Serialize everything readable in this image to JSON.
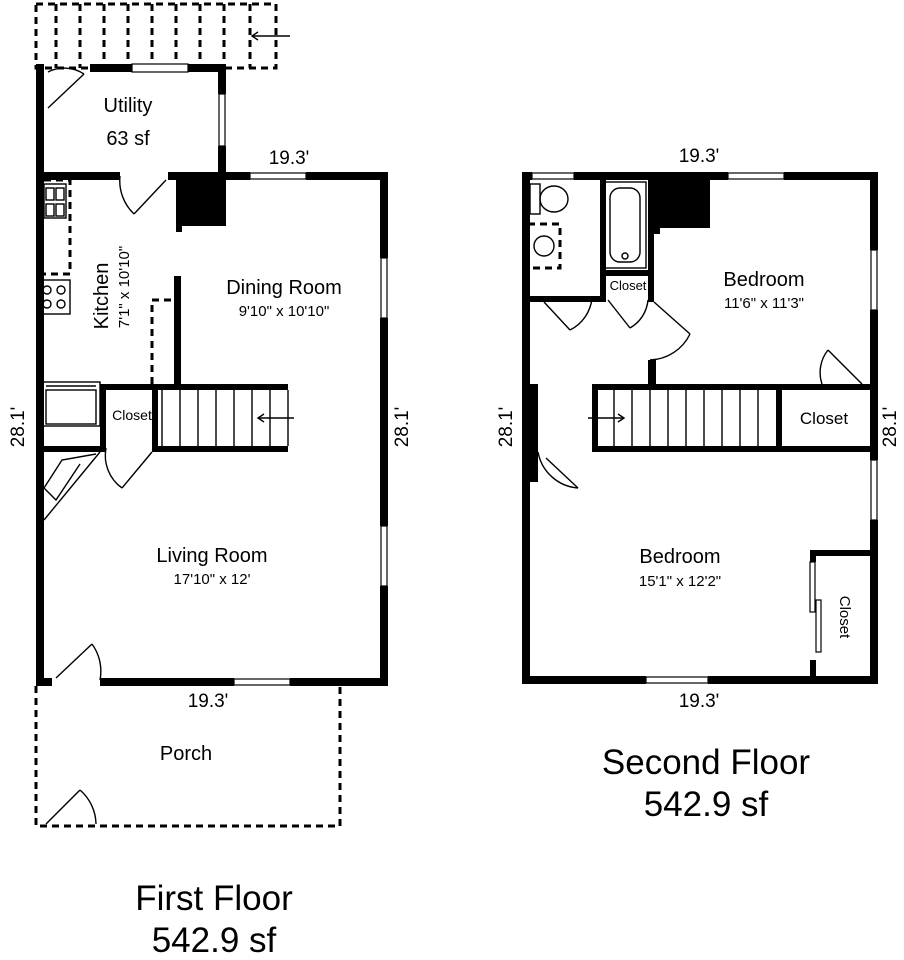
{
  "first_floor": {
    "title": "First Floor",
    "area": "542.9 sf",
    "rooms": {
      "utility": {
        "name": "Utility",
        "size": "63 sf"
      },
      "kitchen": {
        "name": "Kitchen",
        "size": "7'1\" x 10'10\""
      },
      "dining": {
        "name": "Dining Room",
        "size": "9'10\" x 10'10\""
      },
      "living": {
        "name": "Living Room",
        "size": "17'10\" x 12'"
      },
      "closet": {
        "name": "Closet"
      },
      "porch": {
        "name": "Porch"
      }
    },
    "dimensions": {
      "top": "19.3'",
      "bottom": "19.3'",
      "left": "28.1'",
      "right": "28.1'"
    }
  },
  "second_floor": {
    "title": "Second Floor",
    "area": "542.9 sf",
    "rooms": {
      "bedroom_upper": {
        "name": "Bedroom",
        "size": "11'6\" x 11'3\""
      },
      "bedroom_lower": {
        "name": "Bedroom",
        "size": "15'1\" x 12'2\""
      },
      "closet_bath": {
        "name": "Closet"
      },
      "closet_stair": {
        "name": "Closet"
      },
      "closet_right": {
        "name": "Closet"
      }
    },
    "dimensions": {
      "top": "19.3'",
      "bottom": "19.3'",
      "left": "28.1'",
      "right": "28.1'"
    }
  }
}
